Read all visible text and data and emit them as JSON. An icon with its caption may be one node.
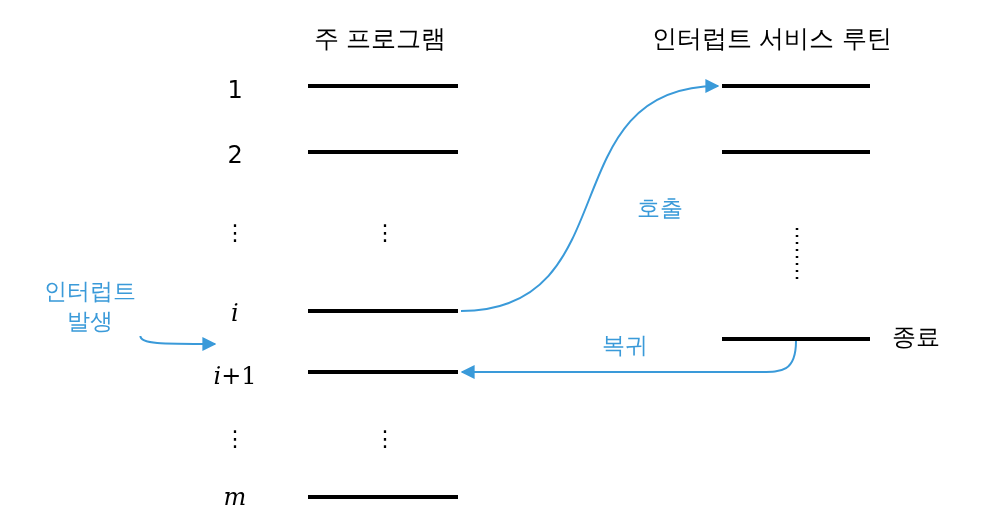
{
  "diagram": {
    "nodes": [
      {
        "text": [],
        "shape": "bar"
      },
      {
        "text": [],
        "shape": "bar"
      },
      {
        "text": [],
        "shape": "bar"
      },
      {
        "text": [],
        "shape": "bar"
      },
      {
        "text": [],
        "shape": "bar"
      },
      {
        "text": [],
        "shape": "bar"
      },
      {
        "text": [],
        "shape": "bar"
      },
      {
        "text": [],
        "shape": "bar",
        "beside": [
          "종료"
        ]
      },
      {
        "text": [
          "인터럽트 발생"
        ]
      }
    ],
    "edges": [
      {
        "from": 2,
        "to": 5,
        "arrow": "to",
        "label": "호출"
      },
      {
        "from": 7,
        "to": 3,
        "arrow": "to",
        "label": "복귀"
      },
      {
        "from": 8,
        "to": null,
        "arrow": "to"
      }
    ],
    "labels": [
      "주 프로그램",
      "인터럽트 서비스 루틴",
      "1",
      "2",
      "⋮",
      "⋮",
      "*i*",
      "*i*+1",
      "⋮",
      "⋮",
      "*m*"
    ]
  }
}
